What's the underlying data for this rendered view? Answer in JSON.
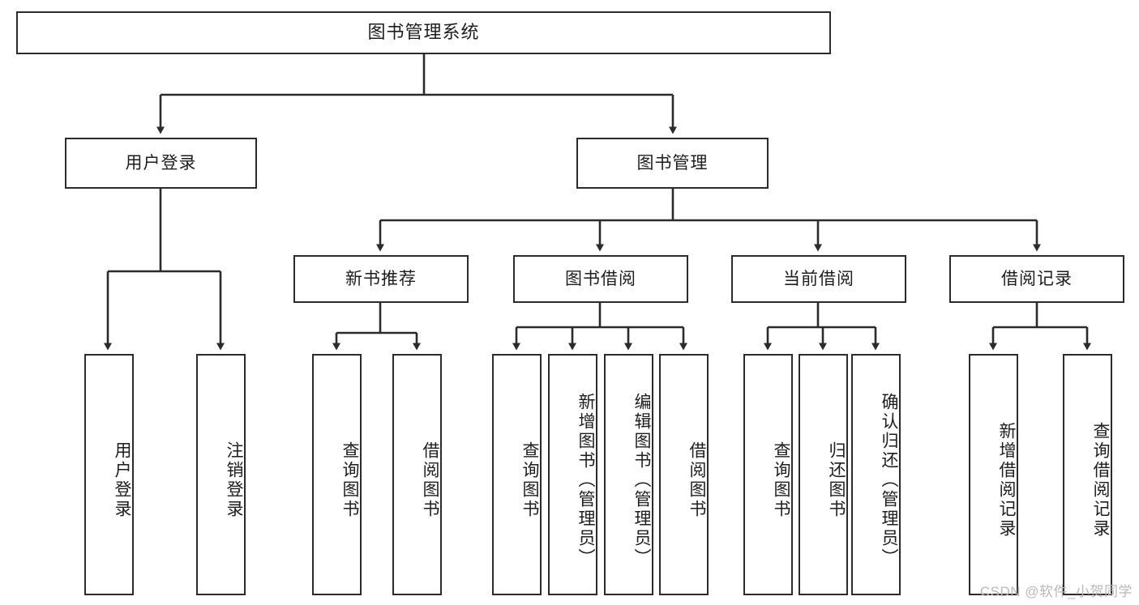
{
  "diagram": {
    "title": "图书管理系统",
    "type": "tree-hierarchy-chart",
    "stroke_color": "#2b2b2b",
    "fill_color": "#ffffff",
    "text_color": "#1d1d1d"
  },
  "root": {
    "label": "图书管理系统"
  },
  "level2": [
    {
      "label": "用户登录"
    },
    {
      "label": "图书管理"
    }
  ],
  "level3": [
    {
      "label": "新书推荐"
    },
    {
      "label": "图书借阅"
    },
    {
      "label": "当前借阅"
    },
    {
      "label": "借阅记录"
    }
  ],
  "leaves": {
    "user_login": [
      {
        "label": "用户登录"
      },
      {
        "label": "注销登录"
      }
    ],
    "new_book_recommend": [
      {
        "label": "查询图书"
      },
      {
        "label": "借阅图书"
      }
    ],
    "book_borrow": [
      {
        "label": "查询图书"
      },
      {
        "label": "新增图书（管理员）"
      },
      {
        "label": "编辑图书（管理员）"
      },
      {
        "label": "借阅图书"
      }
    ],
    "current_borrow": [
      {
        "label": "查询图书"
      },
      {
        "label": "归还图书"
      },
      {
        "label": "确认归还（管理员）"
      }
    ],
    "borrow_record": [
      {
        "label": "新增借阅记录"
      },
      {
        "label": "查询借阅记录"
      }
    ]
  },
  "watermark": {
    "text": "CSDN @软件_小贺同学"
  }
}
